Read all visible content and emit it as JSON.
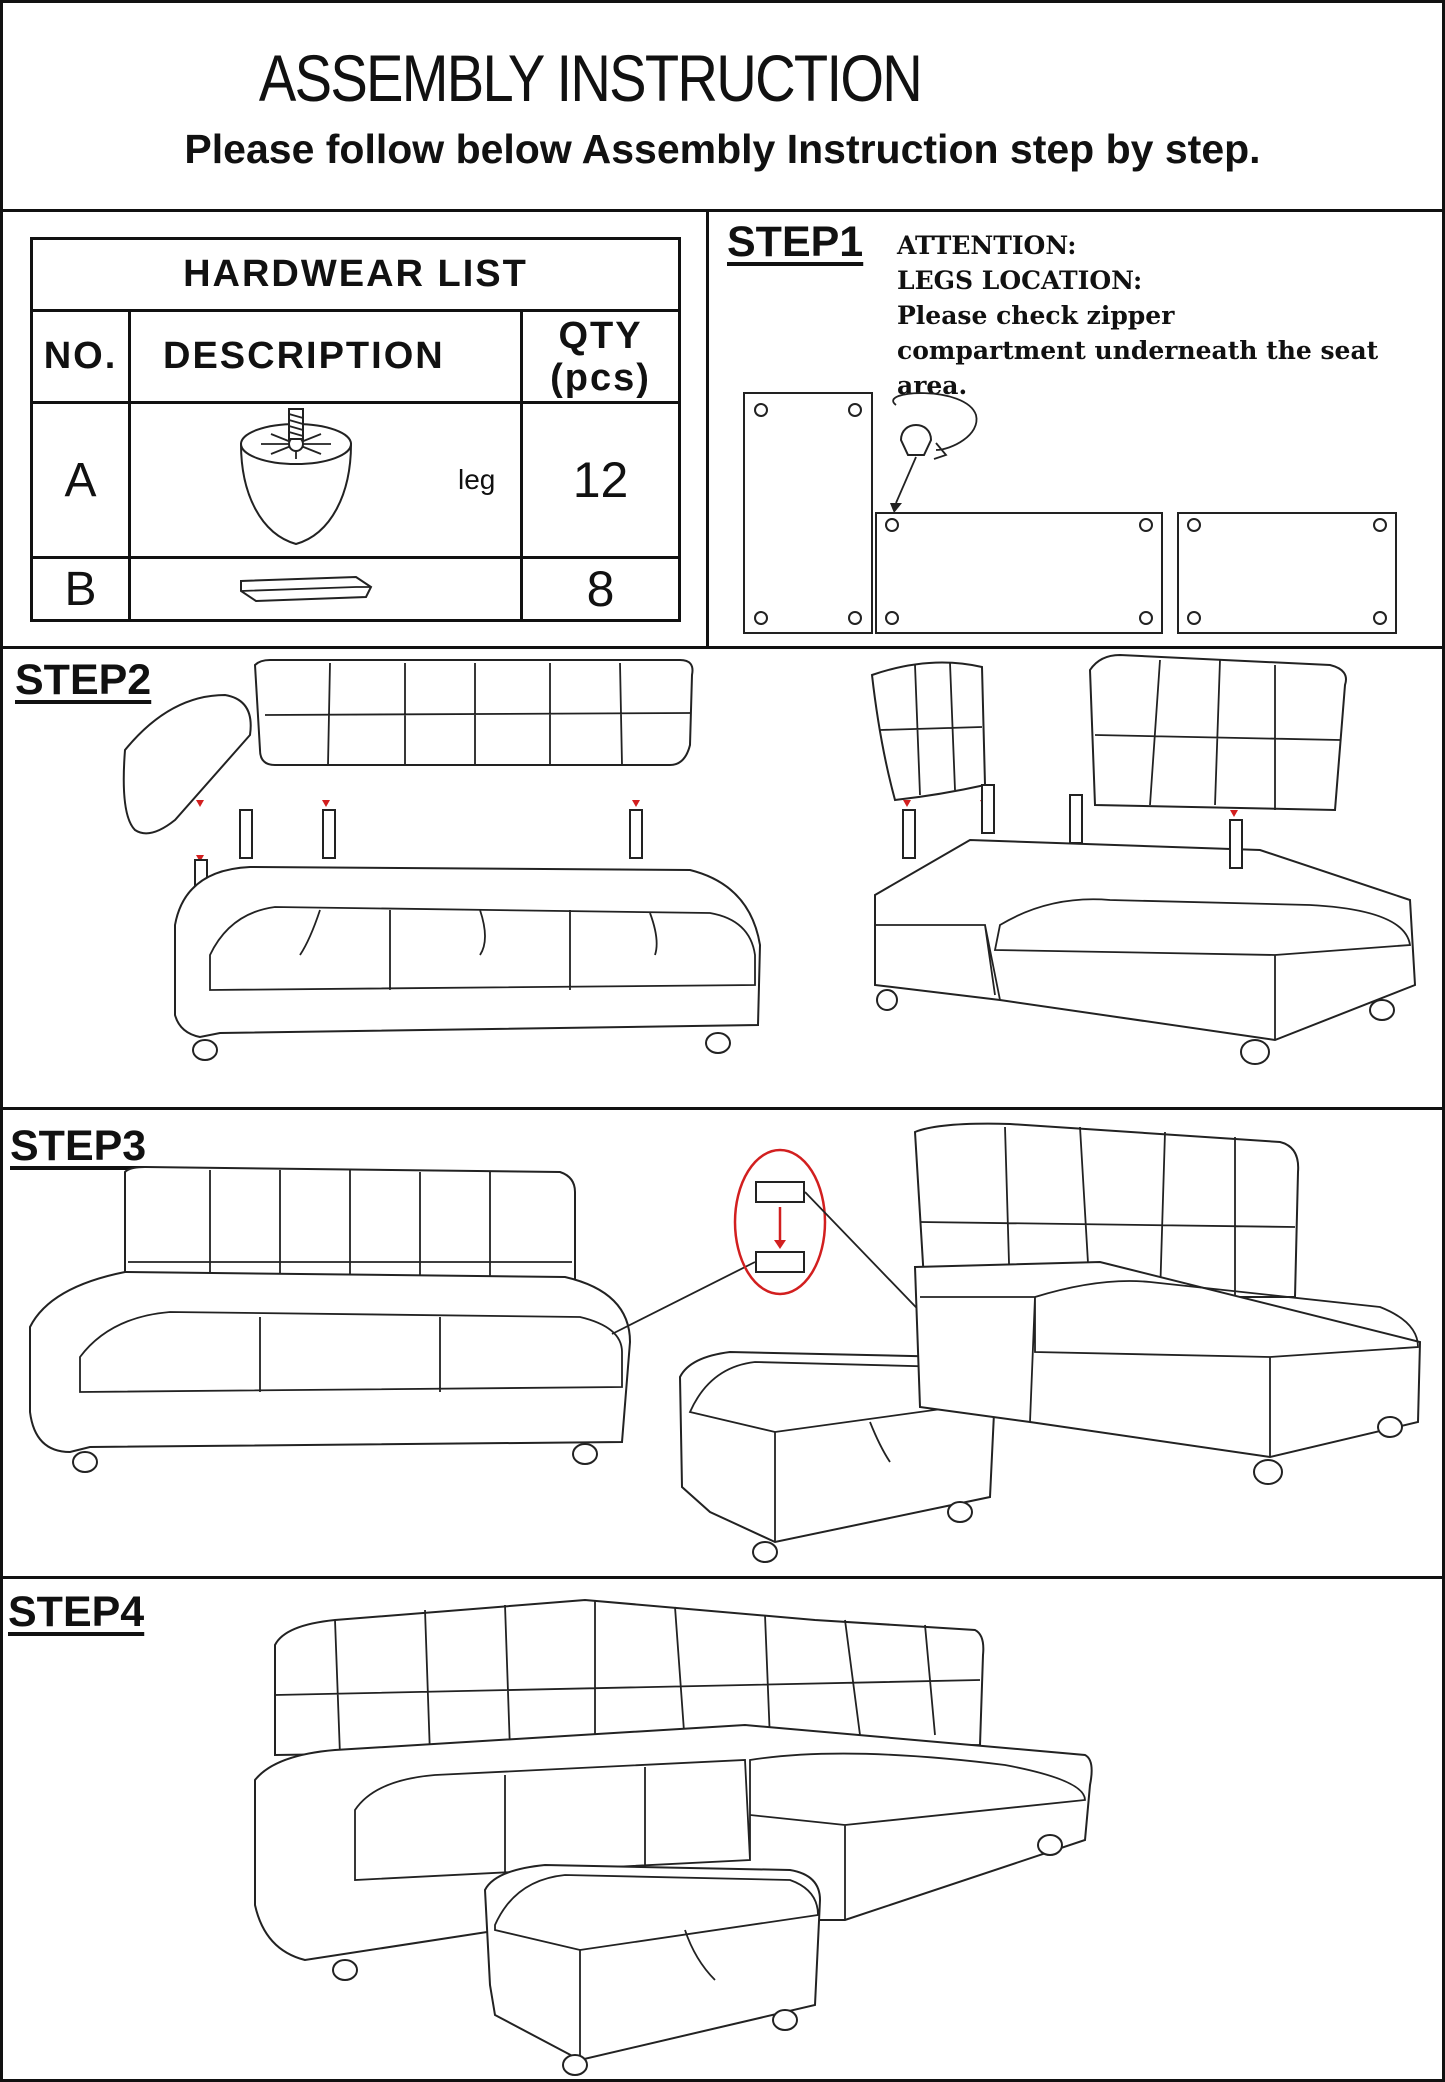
{
  "header": {
    "title": "ASSEMBLY INSTRUCTION",
    "subtitle": "Please follow below Assembly Instruction step by step."
  },
  "hardware": {
    "title": "HARDWEAR LIST",
    "columns": [
      "NO.",
      "DESCRIPTION",
      "QTY (pcs)"
    ],
    "qty_line1": "QTY",
    "qty_line2": "(pcs)",
    "rows": [
      {
        "no": "A",
        "label": "leg",
        "qty": "12",
        "icon": "leg-icon"
      },
      {
        "no": "B",
        "label": "",
        "qty": "8",
        "icon": "connector-bracket-icon"
      }
    ]
  },
  "steps": {
    "step1": {
      "label": "STEP1",
      "attention": "ATTENTION:",
      "legs_location": "LEGS LOCATION:",
      "note_line1": "Please check zipper",
      "note_line2": "compartment underneath the seat area."
    },
    "step2": {
      "label": "STEP2"
    },
    "step3": {
      "label": "STEP3"
    },
    "step4": {
      "label": "STEP4"
    }
  },
  "colors": {
    "line": "#111111",
    "accent": "#d21f1f"
  }
}
